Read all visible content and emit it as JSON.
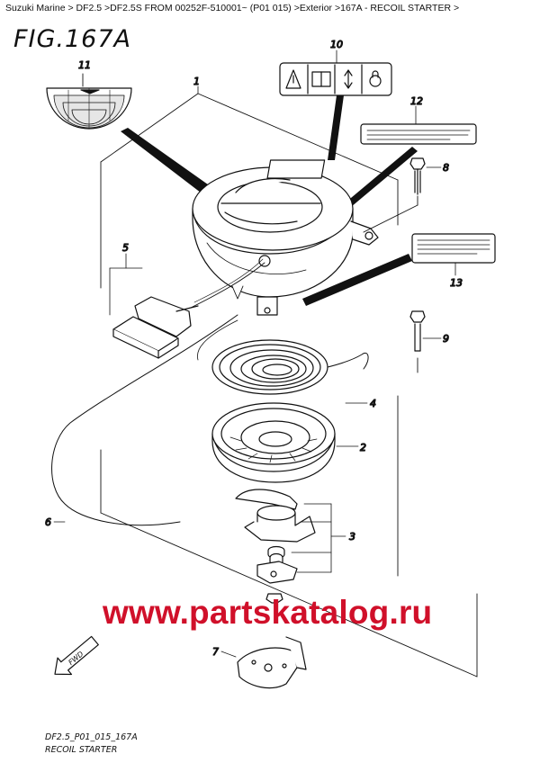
{
  "breadcrumb": [
    "Suzuki Marine",
    "DF2.5",
    "DF2.5S FROM 00252F-510001~ (P01 015)",
    "Exterior",
    "167A - RECOIL STARTER"
  ],
  "figure_title": "FIG.167A",
  "callouts": {
    "c1": "1",
    "c2": "2",
    "c3": "3",
    "c4": "4",
    "c5": "5",
    "c6": "6",
    "c7": "7",
    "c8": "8",
    "c9": "9",
    "c10": "10",
    "c11": "11",
    "c12": "12",
    "c13": "13"
  },
  "fwd_label": "FWD",
  "watermark": "www.partskatalog.ru",
  "footer": {
    "code": "DF2.5_P01_015_167A",
    "name": "RECOIL STARTER"
  }
}
